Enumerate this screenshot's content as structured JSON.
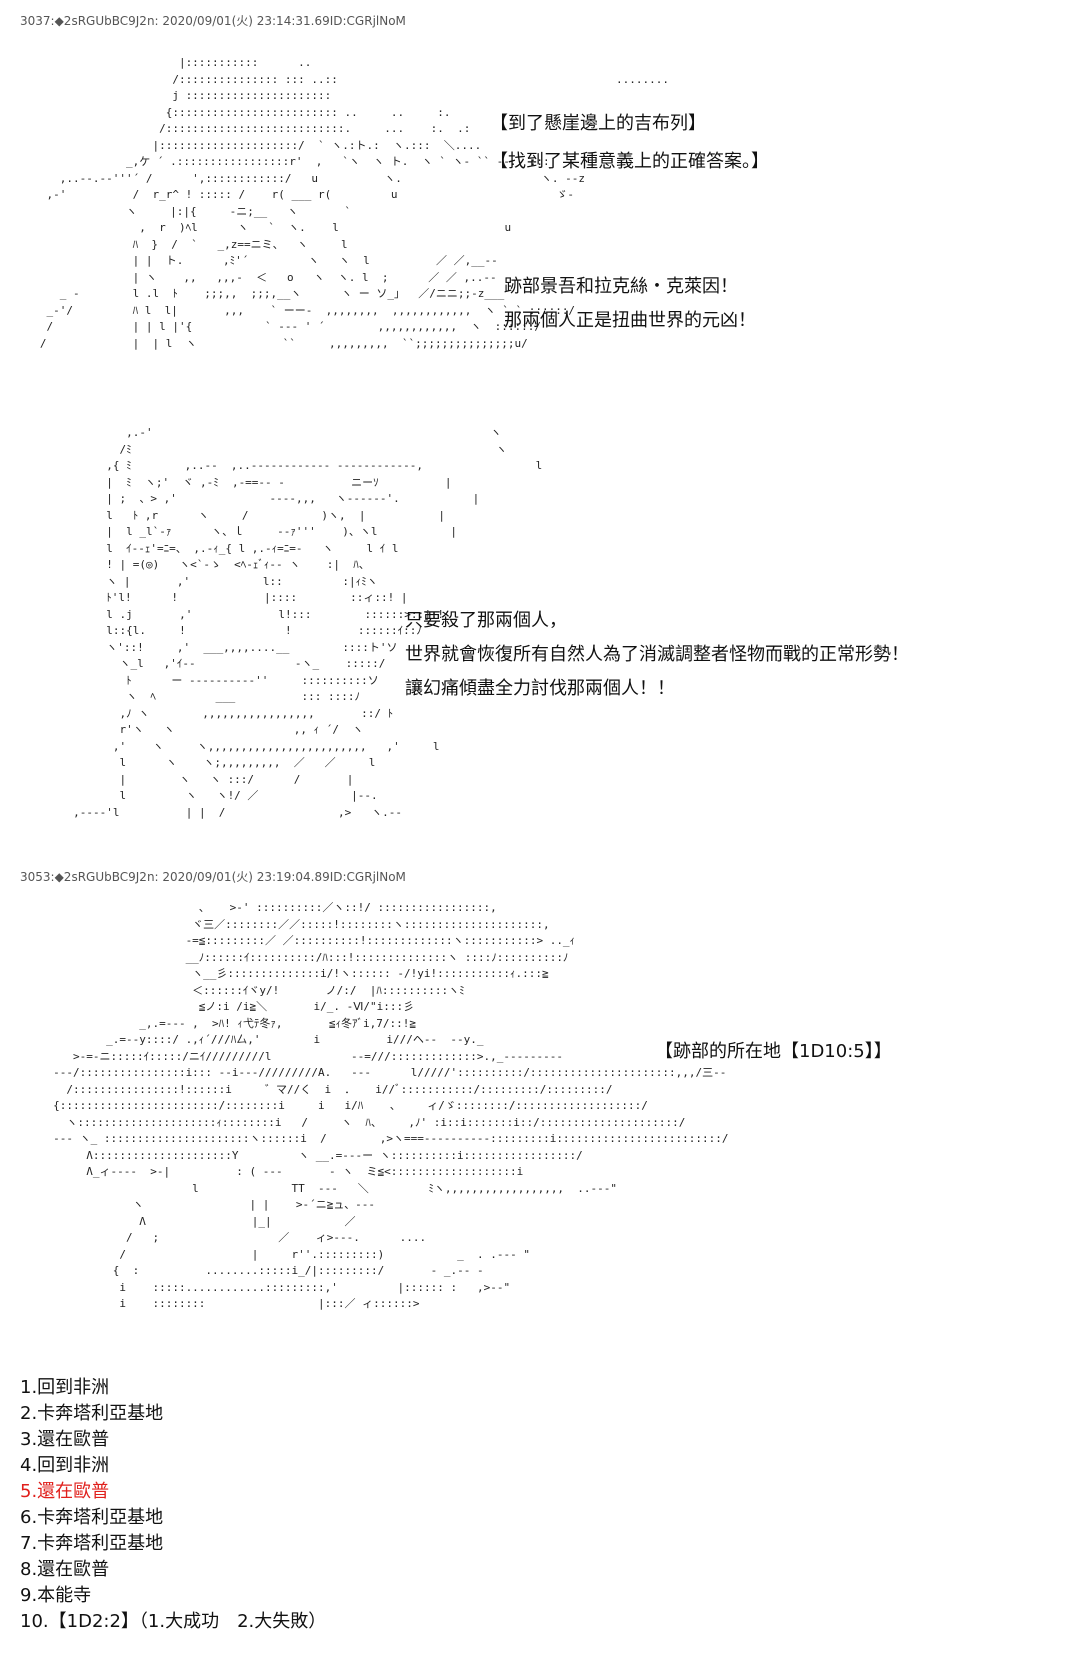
{
  "post1": {
    "header": "3037:◆2sRGUbBC9J2n: 2020/09/01(火) 23:14:31.69ID:CGRjlNoM",
    "caption_top": [
      "【到了懸崖邊上的吉布列】",
      "【找到了某種意義上的正確答案。】"
    ],
    "caption_mid": [
      "跡部景吾和拉克絲・克萊因！",
      "那兩個人正是扭曲世界的元凶！"
    ],
    "caption_bottom": [
      "只要殺了那兩個人，",
      "世界就會恢復所有自然人為了消滅調整者怪物而戰的正常形勢！",
      "讓幻痛傾盡全力討伐那兩個人！！"
    ]
  },
  "post2": {
    "header": "3053:◆2sRGUbBC9J2n: 2020/09/01(火) 23:19:04.89ID:CGRjlNoM",
    "roll_caption": "【跡部的所在地【1D10:5】】"
  },
  "options": [
    {
      "label": "1.回到非洲",
      "highlight": false
    },
    {
      "label": "2.卡奔塔利亞基地",
      "highlight": false
    },
    {
      "label": "3.還在歐普",
      "highlight": false
    },
    {
      "label": "4.回到非洲",
      "highlight": false
    },
    {
      "label": "5.還在歐普",
      "highlight": true
    },
    {
      "label": "6.卡奔塔利亞基地",
      "highlight": false
    },
    {
      "label": "7.卡奔塔利亞基地",
      "highlight": false
    },
    {
      "label": "8.還在歐普",
      "highlight": false
    },
    {
      "label": "9.本能寺",
      "highlight": false
    },
    {
      "label": "10.【1D2:2】（1.大成功　2.大失敗）",
      "highlight": false
    }
  ],
  "colors": {
    "highlight": "#e0201c",
    "text": "#111111",
    "header": "#555555"
  }
}
